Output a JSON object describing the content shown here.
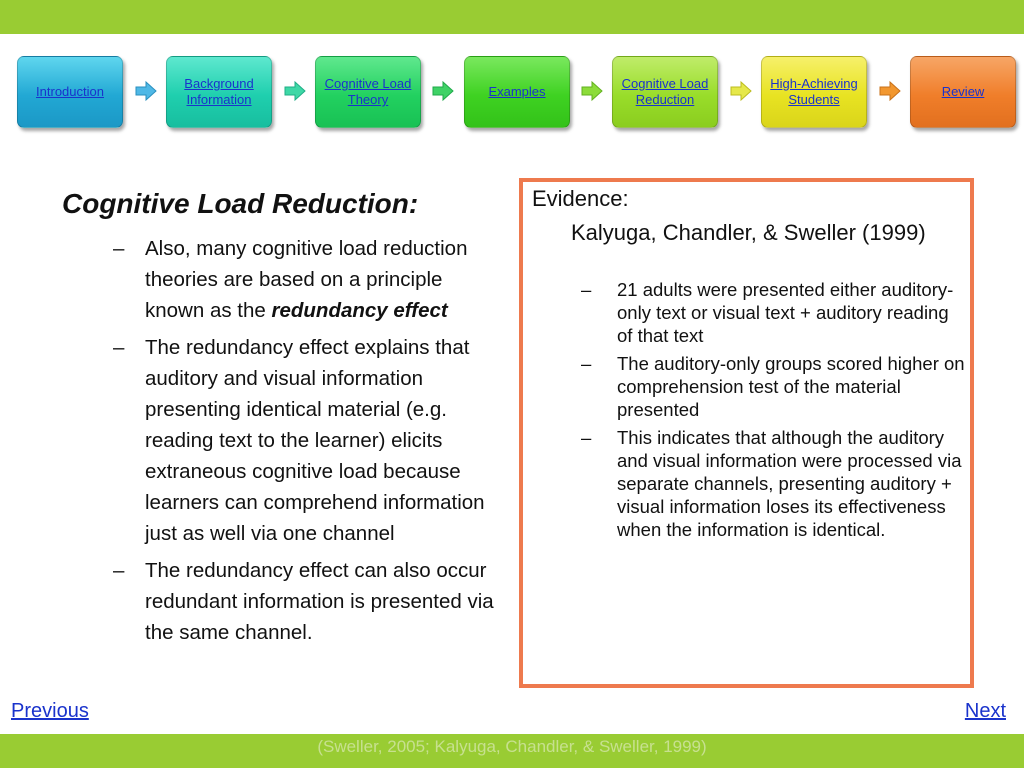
{
  "nav": {
    "items": [
      {
        "label": "Introduction",
        "color": "#22a8d4"
      },
      {
        "label": "Background Information",
        "color": "#1fcfae"
      },
      {
        "label": "Cognitive Load Theory",
        "color": "#22d160"
      },
      {
        "label": "Examples",
        "color": "#3fd222"
      },
      {
        "label": "Cognitive Load Reduction",
        "color": "#99dd2a"
      },
      {
        "label": "High-Achieving Students",
        "color": "#e8e322"
      },
      {
        "label": "Review",
        "color": "#f07e2a"
      }
    ]
  },
  "left": {
    "heading": "Cognitive Load Reduction:",
    "bullets": [
      {
        "pre": "Also, many cognitive load reduction theories are based on a principle known as the ",
        "emph": "redundancy effect"
      },
      {
        "pre": "The redundancy effect explains that auditory and visual information presenting identical material (e.g. reading text to the learner) elicits extraneous cognitive load because learners can comprehend information just as well via one channel",
        "emph": ""
      },
      {
        "pre": "The redundancy effect can also occur redundant information is presented via the same channel.",
        "emph": ""
      }
    ]
  },
  "evidence": {
    "title": "Evidence:",
    "study": "Kalyuga, Chandler, & Sweller (1999)",
    "bullets": [
      "21 adults were presented either auditory-only text or visual text + auditory reading of that text",
      "The auditory-only groups scored higher on comprehension test of the material presented",
      "This indicates that although the auditory and visual information were processed via separate channels, presenting auditory + visual information loses its effectiveness when the information is identical."
    ]
  },
  "footer": {
    "previous": "Previous",
    "next": "Next",
    "citation": "(Sweller, 2005; Kalyuga, Chandler, & Sweller, 1999)"
  },
  "colors": {
    "bar": "#99cc33",
    "link": "#1a33cc",
    "evidence_border": "#ee7a4e"
  }
}
